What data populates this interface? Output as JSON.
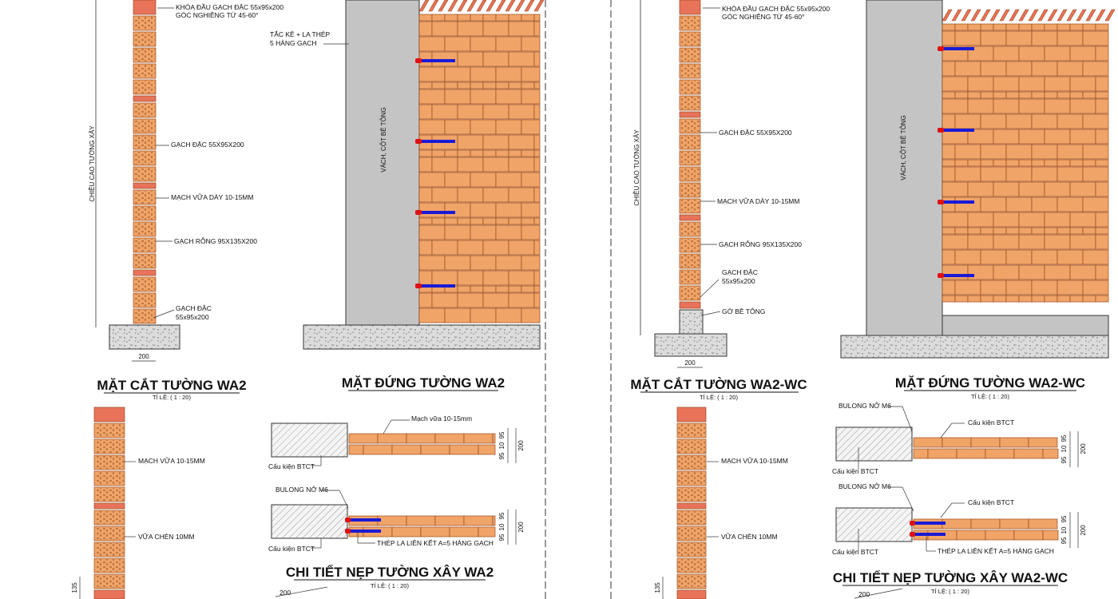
{
  "colors": {
    "brick": "#f0a468",
    "brick_line": "#9b4a1c",
    "brick_red": "#e8735a",
    "concrete": "#c0c0c0",
    "blue_bar": "#1a1ad6",
    "red_anchor": "#e01010"
  },
  "panel_a": {
    "section": {
      "title": "MẶT CẮT TƯỜNG WA2",
      "scale": "TỈ LỆ: ( 1 : 20)",
      "height_label": "CHIỀU CAO TƯỜNG XÂY",
      "width_dim": "200",
      "labels": [
        "KHÓA ĐẦU GẠCH ĐẶC  55x95x200",
        "GÓC NGHIÊNG TỪ 45-60°",
        "GẠCH ĐẶC 55X95X200",
        "MẠCH VỮA DÀY 10-15MM",
        "GẠCH RỖNG 95X135X200",
        "GẠCH  ĐẶC",
        "55x95x200"
      ]
    },
    "elevation": {
      "title": "MẶT ĐỨNG TƯỜNG WA2",
      "labels": [
        "TẮC KÊ + LA THÉP",
        "5 HÀNG GẠCH",
        "VÁCH, CỘT BÊ TÔNG"
      ]
    },
    "detail": {
      "title": "CHI TIẾT NẸP TƯỜNG XÂY WA2",
      "scale": "TỈ LỆ: ( 1 : 20)",
      "labels": [
        "Mạch vữa 10-15mm",
        "Cấu kiện BTCT",
        "BULONG NỞ M6",
        "Cấu kiện BTCT",
        "THÉP LA LIÊN KẾT A=5 HÀNG GẠCH"
      ],
      "dims": [
        "95",
        "10",
        "95",
        "200"
      ]
    },
    "lower_section": {
      "labels": [
        "MẠCH VỮA 10-15MM",
        "VỮA CHÈN 10MM"
      ],
      "dim": "135",
      "dim2": "200"
    }
  },
  "panel_b": {
    "section": {
      "title": "MẶT CẮT TƯỜNG WA2-WC",
      "scale": "TỈ LỆ: ( 1 : 20)",
      "height_label": "CHIỀU CAO TƯỜNG XÂY",
      "width_dim": "200",
      "labels": [
        "KHÓA ĐẦU GẠCH ĐẶC  55x95x200",
        "GÓC NGHIÊNG TỪ 45-60°",
        "GẠCH ĐẶC 55X95X200",
        "MẠCH VỮA DÀY 10-15MM",
        "GẠCH RỖNG 95X135X200",
        "GẠCH  ĐẶC",
        "55x95x200",
        "GỜ BÊ TÔNG"
      ]
    },
    "elevation": {
      "title": "MẶT ĐỨNG TƯỜNG WA2-WC",
      "scale": "TỈ LỆ: ( 1 : 20)",
      "labels": [
        "VÁCH, CỘT BÊ TÔNG"
      ]
    },
    "detail": {
      "title": "CHI TIẾT NẸP TƯỜNG XÂY WA2-WC",
      "scale": "TỈ LỆ: ( 1 : 20)",
      "labels": [
        "BULONG NỞ M6",
        "Cấu kiện BTCT",
        "Cấu kiện BTCT",
        "BULONG NỞ M6",
        "Cấu kiện BTCT",
        "Cấu kiện BTCT",
        "THÉP LA LIÊN KẾT A=5 HÀNG GẠCH"
      ],
      "dims": [
        "95",
        "10",
        "95",
        "200"
      ]
    },
    "lower_section": {
      "labels": [
        "MẠCH VỮA 10-15MM",
        "VỮA CHÈN 10MM"
      ],
      "dim": "135",
      "dim2": "200"
    }
  }
}
